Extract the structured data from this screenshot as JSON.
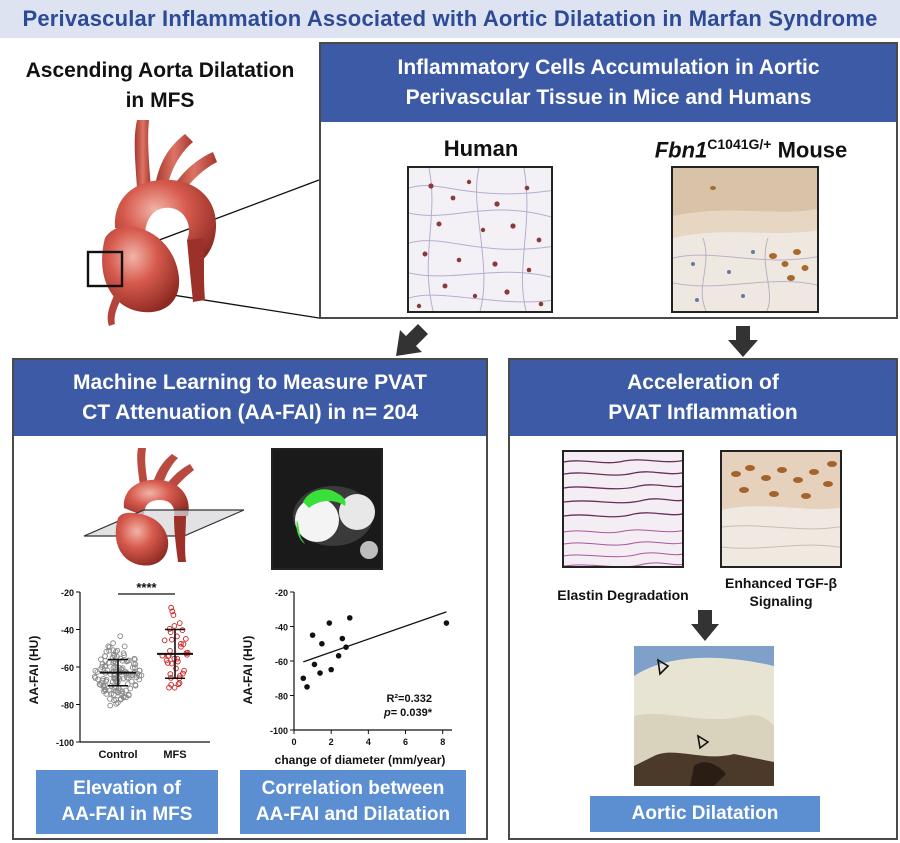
{
  "header": {
    "title": "Perivascular Inflammation Associated with Aortic Dilatation in Marfan Syndrome"
  },
  "left": {
    "heading_line1": "Ascending Aorta Dilatation",
    "heading_line2": "in MFS"
  },
  "top_panel": {
    "heading_line1": "Inflammatory Cells Accumulation in Aortic",
    "heading_line2": "Perivascular Tissue in Mice and Humans",
    "human_label": "Human",
    "mouse_gene": "Fbn1",
    "mouse_sup": "C1041G/+",
    "mouse_suffix": " Mouse"
  },
  "ml_panel": {
    "heading_line1": "Machine Learning to Measure PVAT",
    "heading_line2": "CT Attenuation (AA-FAI) in n= 204",
    "box1_line1": "Elevation of",
    "box1_line2": "AA-FAI in MFS",
    "box2_line1": "Correlation between",
    "box2_line2": "AA-FAI and Dilatation"
  },
  "accel_panel": {
    "heading_line1": "Acceleration of",
    "heading_line2": "PVAT Inflammation",
    "elastin_label": "Elastin Degradation",
    "tgf_label_line1": "Enhanced TGF-β",
    "tgf_label_line2": "Signaling",
    "result_label": "Aortic Dilatation"
  },
  "colors": {
    "panel_header": "#3c5aa6",
    "result_box": "#5b8fd2",
    "title_bg": "#dde3f0",
    "title_text": "#2d4a96",
    "aorta": "#c8463f",
    "mfs_points": "#cc1f1f",
    "control_points": "#888888"
  },
  "chart_data": [
    {
      "type": "scatter",
      "title": "",
      "xlabel": "",
      "ylabel": "AA-FAI  (HU)",
      "categories": [
        "Control",
        "MFS"
      ],
      "ylim": [
        -100,
        -20
      ],
      "yticks": [
        -20,
        -40,
        -60,
        -80,
        -100
      ],
      "series": [
        {
          "name": "Control",
          "mean": -63,
          "sd_low": -70,
          "sd_high": -56
        },
        {
          "name": "MFS",
          "mean": -53,
          "sd_low": -66,
          "sd_high": -40
        }
      ],
      "annotation": "****"
    },
    {
      "type": "scatter",
      "title": "",
      "xlabel": "change of diameter (mm/year)",
      "ylabel": "AA-FAI  (HU)",
      "xlim": [
        0,
        8.5
      ],
      "ylim": [
        -100,
        -20
      ],
      "xticks": [
        0,
        2,
        4,
        6,
        8
      ],
      "yticks": [
        -20,
        -40,
        -60,
        -80,
        -100
      ],
      "points": [
        {
          "x": 0.5,
          "y": -70
        },
        {
          "x": 0.7,
          "y": -75
        },
        {
          "x": 1.0,
          "y": -45
        },
        {
          "x": 1.1,
          "y": -62
        },
        {
          "x": 1.4,
          "y": -67
        },
        {
          "x": 1.5,
          "y": -50
        },
        {
          "x": 1.9,
          "y": -38
        },
        {
          "x": 2.0,
          "y": -65
        },
        {
          "x": 2.4,
          "y": -57
        },
        {
          "x": 2.6,
          "y": -47
        },
        {
          "x": 2.8,
          "y": -52
        },
        {
          "x": 3.0,
          "y": -35
        },
        {
          "x": 8.2,
          "y": -38
        }
      ],
      "trendline": {
        "x": [
          0.5,
          8.2
        ],
        "y": [
          -60.5,
          -31.5
        ]
      },
      "r2_text": "R²=0.332",
      "p_label": "p",
      "p_text": "= 0.039*"
    }
  ]
}
